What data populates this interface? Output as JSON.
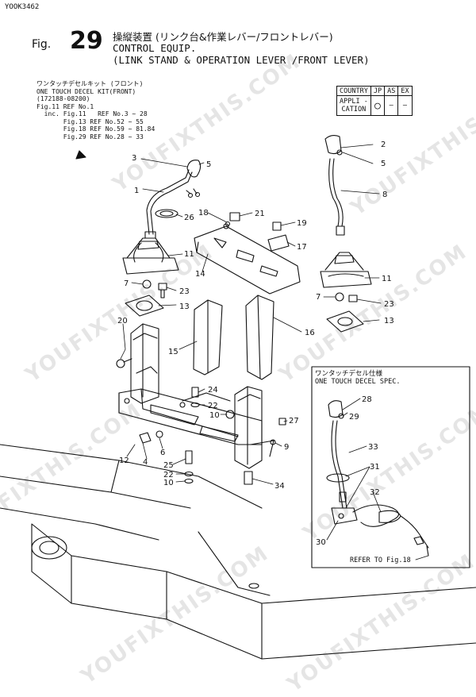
{
  "code": "YOOK3462",
  "fig_label": "Fig.",
  "fig_number": "29",
  "title_jp": "操縦装置 (リンク台&作業レバー/フロントレバー)",
  "title_en_1": "CONTROL EQUIP.",
  "title_en_2": "(LINK STAND & OPERATION LEVER /FRONT LEVER)",
  "kit_lines": [
    "ワンタッチデセルキット (フロント)",
    "ONE TOUCH DECEL KIT(FRONT)",
    "(172188-08200)",
    "Fig.11 REF No.1",
    "  inc. Fig.11   REF No.3 ~ 28",
    "       Fig.13 REF No.52 ~ 55",
    "       Fig.18 REF No.59 ~ 81.84",
    "       Fig.29 REF No.28 ~ 33"
  ],
  "applicability": {
    "headers": [
      "COUNTRY",
      "JP",
      "AS",
      "EX"
    ],
    "row_label": "APPLI -\nCATION",
    "row_values": [
      "○",
      "—",
      "—"
    ]
  },
  "inset": {
    "title_jp": "ワンタッチデセル仕様",
    "title_en": "ONE TOUCH DECEL SPEC.",
    "refer": "REFER TO Fig.18"
  },
  "watermark": "YOUFIXTHIS.COM",
  "parts": {
    "p1": "1",
    "p2": "2",
    "p3": "3",
    "p4": "4",
    "p5a": "5",
    "p5b": "5",
    "p6": "6",
    "p7a": "7",
    "p7b": "7",
    "p8": "8",
    "p9": "9",
    "p10": "10",
    "p11a": "11",
    "p11b": "11",
    "p12": "12",
    "p13a": "13",
    "p13b": "13",
    "p14": "14",
    "p15": "15",
    "p16": "16",
    "p17": "17",
    "p18": "18",
    "p19": "19",
    "p20": "20",
    "p21": "21",
    "p22a": "22",
    "p22b": "22",
    "p23a": "23",
    "p23b": "23",
    "p24": "24",
    "p25": "25",
    "p26": "26",
    "p27": "27",
    "p28": "28",
    "p29": "29",
    "p30": "30",
    "p31": "31",
    "p32": "32",
    "p33": "33",
    "p34": "34"
  }
}
